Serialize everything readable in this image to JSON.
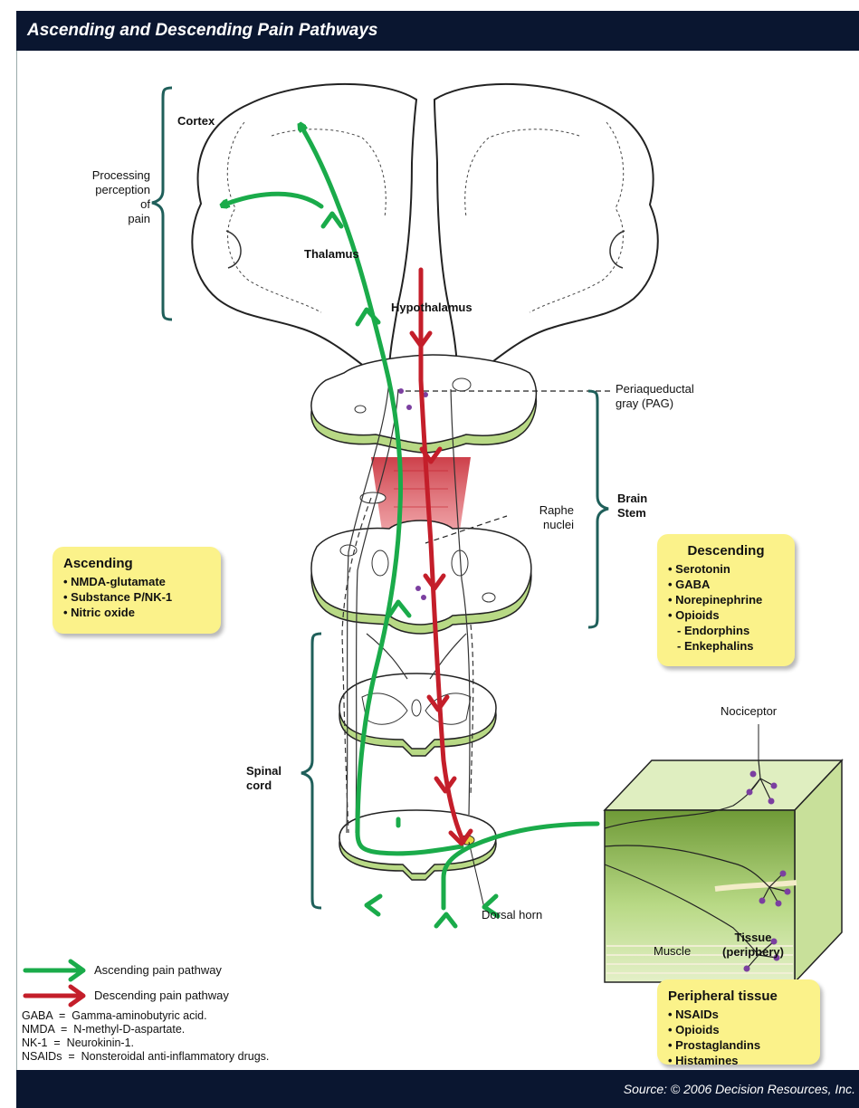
{
  "title": "Ascending and Descending Pain Pathways",
  "footer": "Source: © 2006 Decision Resources, Inc.",
  "labels": {
    "cortex": "Cortex",
    "processing": [
      "Processing",
      "perception",
      "of",
      "pain"
    ],
    "thalamus": "Thalamus",
    "hypothalamus": "Hypothalamus",
    "pag": [
      "Periaqueductal",
      "gray (PAG)"
    ],
    "brain_stem": [
      "Brain",
      "Stem"
    ],
    "raphe": [
      "Raphe",
      "nuclei"
    ],
    "spinal_cord": [
      "Spinal",
      "cord"
    ],
    "nociceptor": "Nociceptor",
    "dorsal_horn": "Dorsal horn",
    "muscle": "Muscle",
    "tissue": [
      "Tissue",
      "(periphery)"
    ]
  },
  "ascending_box": {
    "heading": "Ascending",
    "items": [
      "NMDA-glutamate",
      "Substance P/NK-1",
      "Nitric oxide"
    ]
  },
  "descending_box": {
    "heading": "Descending",
    "items": [
      "Serotonin",
      "GABA",
      "Norepinephrine",
      "Opioids"
    ],
    "subitems": [
      "Endorphins",
      "Enkephalins"
    ]
  },
  "peripheral_box": {
    "heading": "Peripheral tissue",
    "items": [
      "NSAIDs",
      "Opioids",
      "Prostaglandins",
      "Histamines"
    ]
  },
  "legend": {
    "ascending": "Ascending pain pathway",
    "descending": "Descending pain pathway"
  },
  "abbreviations": [
    "GABA  =  Gamma-aminobutyric acid.",
    "NMDA  =  N-methyl-D-aspartate.",
    "NK-1  =  Neurokinin-1.",
    "NSAIDs  =  Nonsteroidal anti-inflammatory drugs."
  ],
  "colors": {
    "ascending": "#1aab4a",
    "descending": "#c41e2a",
    "callout": "#fbf28a",
    "bar": "#0a1630",
    "bracket": "#1f5f5a",
    "tissue": "#a9cf6e"
  }
}
